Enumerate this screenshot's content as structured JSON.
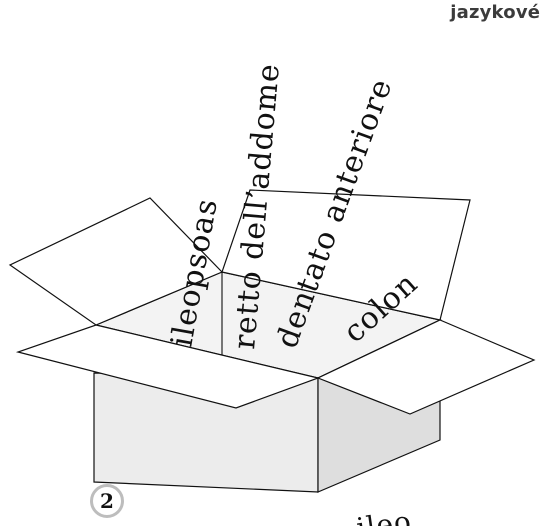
{
  "header": {
    "corner_label": "jazykové l"
  },
  "exercise": {
    "number": "2"
  },
  "words_in_box": [
    "ileopsoas",
    "retto dell’addome",
    "dentato anteriore",
    "colon"
  ],
  "bottom_partial_word": "ileo",
  "colors": {
    "box_outline": "#111111",
    "box_side": "#e0e0e0",
    "box_front": "#ededed",
    "box_interior": "#f3f3f3",
    "badge_border": "#bdbdbd"
  }
}
